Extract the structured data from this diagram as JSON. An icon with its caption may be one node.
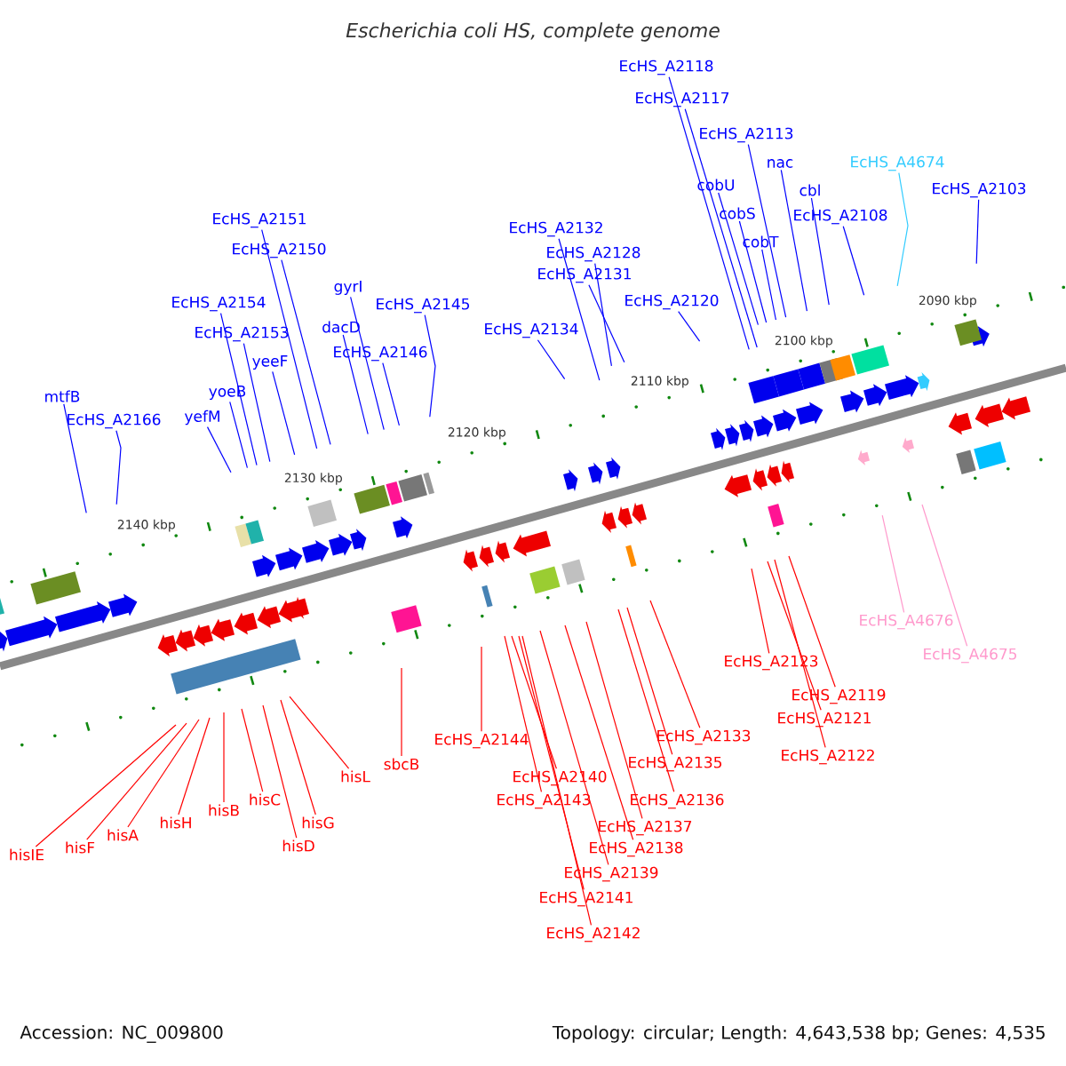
{
  "diagram": {
    "title": "Escherichia coli HS, complete genome",
    "nodes": [
      {
        "text": [
          "EcHS_A2118"
        ]
      },
      {
        "text": [
          "EcHS_A2117"
        ]
      },
      {
        "text": [
          "EcHS_A2113"
        ]
      },
      {
        "text": [
          "nac"
        ]
      },
      {
        "text": [
          "EcHS_A4674"
        ]
      },
      {
        "text": [
          "cbl"
        ]
      },
      {
        "text": [
          "EcHS_A2103"
        ]
      },
      {
        "text": [
          "cobU"
        ]
      },
      {
        "text": [
          "EcHS_A2108"
        ]
      },
      {
        "text": [
          "cobS"
        ]
      },
      {
        "text": [
          "EcHS_A2151"
        ]
      },
      {
        "text": [
          "EcHS_A2132"
        ]
      },
      {
        "text": [
          "cobT"
        ]
      },
      {
        "text": [
          "EcHS_A2150"
        ]
      },
      {
        "text": [
          "EcHS_A2128"
        ]
      },
      {
        "text": [
          "EcHS_A2131"
        ]
      },
      {
        "text": [
          "EcHS_A2120"
        ]
      },
      {
        "text": [
          "gyrI"
        ]
      },
      {
        "text": [
          "EcHS_A2154"
        ]
      },
      {
        "text": [
          "EcHS_A2145"
        ]
      },
      {
        "text": [
          "dacD"
        ]
      },
      {
        "text": [
          "EcHS_A2134"
        ]
      },
      {
        "text": [
          "EcHS_A2153"
        ]
      },
      {
        "text": [
          "EcHS_A2146"
        ]
      },
      {
        "text": [
          "yeeF"
        ]
      },
      {
        "text": [
          "yoeB"
        ]
      },
      {
        "text": [
          "mtfB"
        ]
      },
      {
        "text": [
          "EcHS_A2166"
        ]
      },
      {
        "text": [
          "yefM"
        ]
      },
      {
        "text": [
          "EcHS_A4676"
        ]
      },
      {
        "text": [
          "EcHS_A4675"
        ]
      },
      {
        "text": [
          "EcHS_A2123"
        ]
      },
      {
        "text": [
          "EcHS_A2119"
        ]
      },
      {
        "text": [
          "EcHS_A2121"
        ]
      },
      {
        "text": [
          "EcHS_A2133"
        ]
      },
      {
        "text": [
          "sbcB"
        ]
      },
      {
        "text": [
          "EcHS_A2144"
        ]
      },
      {
        "text": [
          "EcHS_A2122"
        ]
      },
      {
        "text": [
          "EcHS_A2135"
        ]
      },
      {
        "text": [
          "hisL"
        ]
      },
      {
        "text": [
          "EcHS_A2140"
        ]
      },
      {
        "text": [
          "hisC"
        ]
      },
      {
        "text": [
          "EcHS_A2136"
        ]
      },
      {
        "text": [
          "EcHS_A2143"
        ]
      },
      {
        "text": [
          "hisB"
        ]
      },
      {
        "text": [
          "hisH"
        ]
      },
      {
        "text": [
          "hisG"
        ]
      },
      {
        "text": [
          "EcHS_A2137"
        ]
      },
      {
        "text": [
          "hisA"
        ]
      },
      {
        "text": [
          "hisF"
        ]
      },
      {
        "text": [
          "hisD"
        ]
      },
      {
        "text": [
          "EcHS_A2138"
        ]
      },
      {
        "text": [
          "hisIE"
        ]
      },
      {
        "text": [
          "EcHS_A2139"
        ]
      },
      {
        "text": [
          "EcHS_A2141"
        ]
      },
      {
        "text": [
          "EcHS_A2142"
        ]
      }
    ],
    "edges": [
      {
        "from": 0,
        "to": null,
        "arrow": "none"
      },
      {
        "from": 1,
        "to": null,
        "arrow": "none"
      },
      {
        "from": 2,
        "to": null,
        "arrow": "none"
      },
      {
        "from": 3,
        "to": null,
        "arrow": "none"
      },
      {
        "from": 4,
        "to": null,
        "arrow": "none",
        "color": "#33ccff"
      },
      {
        "from": 5,
        "to": null,
        "arrow": "none"
      },
      {
        "from": 6,
        "to": null,
        "arrow": "none"
      },
      {
        "from": 7,
        "to": null,
        "arrow": "none"
      },
      {
        "from": 8,
        "to": null,
        "arrow": "none"
      },
      {
        "from": 9,
        "to": null,
        "arrow": "none"
      },
      {
        "from": 10,
        "to": null,
        "arrow": "none"
      },
      {
        "from": 11,
        "to": null,
        "arrow": "none"
      },
      {
        "from": 12,
        "to": null,
        "arrow": "none"
      },
      {
        "from": 13,
        "to": null,
        "arrow": "none"
      },
      {
        "from": 14,
        "to": null,
        "arrow": "none"
      },
      {
        "from": 15,
        "to": null,
        "arrow": "none"
      },
      {
        "from": 16,
        "to": null,
        "arrow": "none"
      },
      {
        "from": 17,
        "to": null,
        "arrow": "none"
      },
      {
        "from": 18,
        "to": null,
        "arrow": "none"
      },
      {
        "from": 19,
        "to": null,
        "arrow": "none"
      },
      {
        "from": 20,
        "to": null,
        "arrow": "none"
      },
      {
        "from": 21,
        "to": null,
        "arrow": "none"
      },
      {
        "from": 22,
        "to": null,
        "arrow": "none"
      },
      {
        "from": 23,
        "to": null,
        "arrow": "none"
      },
      {
        "from": 24,
        "to": null,
        "arrow": "none"
      },
      {
        "from": 25,
        "to": null,
        "arrow": "none"
      },
      {
        "from": 26,
        "to": null,
        "arrow": "none"
      },
      {
        "from": 27,
        "to": null,
        "arrow": "none"
      },
      {
        "from": 28,
        "to": null,
        "arrow": "none"
      },
      {
        "from": 29,
        "to": null,
        "arrow": "none",
        "color": "#ff99cc"
      },
      {
        "from": 30,
        "to": null,
        "arrow": "none",
        "color": "#ff99cc"
      },
      {
        "from": 31,
        "to": null,
        "arrow": "none",
        "color": "#ff0000"
      },
      {
        "from": 32,
        "to": null,
        "arrow": "none",
        "color": "#ff0000"
      },
      {
        "from": 33,
        "to": null,
        "arrow": "none",
        "color": "#ff0000"
      },
      {
        "from": 34,
        "to": null,
        "arrow": "none",
        "color": "#ff0000"
      },
      {
        "from": 35,
        "to": null,
        "arrow": "none",
        "color": "#ff0000"
      },
      {
        "from": 36,
        "to": null,
        "arrow": "none",
        "color": "#ff0000"
      },
      {
        "from": 37,
        "to": null,
        "arrow": "none",
        "color": "#ff0000"
      },
      {
        "from": 38,
        "to": null,
        "arrow": "none",
        "color": "#ff0000"
      },
      {
        "from": 39,
        "to": null,
        "arrow": "none",
        "color": "#ff0000"
      },
      {
        "from": 40,
        "to": null,
        "arrow": "none",
        "color": "#ff0000"
      },
      {
        "from": 41,
        "to": null,
        "arrow": "none",
        "color": "#ff0000"
      },
      {
        "from": 42,
        "to": null,
        "arrow": "none",
        "color": "#ff0000"
      },
      {
        "from": 43,
        "to": null,
        "arrow": "none",
        "color": "#ff0000"
      },
      {
        "from": 44,
        "to": null,
        "arrow": "none",
        "color": "#ff0000"
      },
      {
        "from": 45,
        "to": null,
        "arrow": "none",
        "color": "#ff0000"
      },
      {
        "from": 46,
        "to": null,
        "arrow": "none",
        "color": "#ff0000"
      },
      {
        "from": 47,
        "to": null,
        "arrow": "none",
        "color": "#ff0000"
      },
      {
        "from": 48,
        "to": null,
        "arrow": "none",
        "color": "#ff0000"
      },
      {
        "from": 49,
        "to": null,
        "arrow": "none",
        "color": "#ff0000"
      },
      {
        "from": 50,
        "to": null,
        "arrow": "none",
        "color": "#ff0000"
      },
      {
        "from": 51,
        "to": null,
        "arrow": "none",
        "color": "#ff0000"
      },
      {
        "from": 52,
        "to": null,
        "arrow": "none",
        "color": "#ff0000"
      },
      {
        "from": 53,
        "to": null,
        "arrow": "none",
        "color": "#ff0000"
      },
      {
        "from": 54,
        "to": null,
        "arrow": "none",
        "color": "#ff0000"
      },
      {
        "from": 55,
        "to": null,
        "arrow": "none",
        "color": "#ff0000"
      }
    ],
    "labels": [
      "2090 kbp",
      "2100 kbp",
      "2110 kbp",
      "2120 kbp",
      "2130 kbp",
      "2140 kbp",
      "Accession: NC_009800",
      "Topology: circular; Length: 4,643,538 bp; Genes: 4,535"
    ]
  }
}
